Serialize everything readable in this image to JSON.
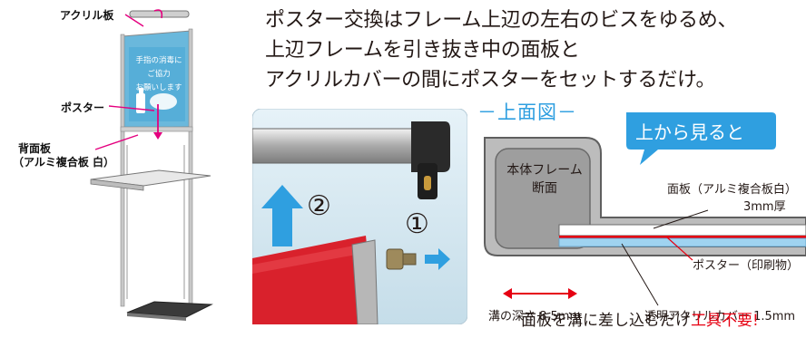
{
  "stand": {
    "labels": {
      "acrylic": "アクリル板",
      "poster": "ポスター",
      "back_panel_line1": "背面板",
      "back_panel_line2": "（アルミ複合板 白）"
    },
    "poster_text": {
      "line1": "手指の消毒に",
      "line2": "ご協力",
      "line3": "お願いします"
    }
  },
  "instructions": {
    "line1": "ポスター交換はフレーム上辺の左右のビスをゆるめ、",
    "line2": "上辺フレームを引き抜き中の面板と",
    "line3": "アクリルカバーの間にポスターをセットするだけ。"
  },
  "photo": {
    "step1": "①",
    "step2": "②"
  },
  "section": {
    "title": "－上面図－",
    "callout": "上から見ると",
    "frame_label_line1": "本体フレーム",
    "frame_label_line2": "断面",
    "panel_label": "面板（アルミ複合板白）",
    "panel_thickness": "3mm厚",
    "poster_label": "ポスター（印刷物）",
    "groove_label": "溝の深さ 8.5mm",
    "cover_label": "透明アクリルカバー 1.5mm",
    "footer_text": "面板を溝に差し込むだけ",
    "footer_highlight": "工具不要!"
  },
  "colors": {
    "accent_blue": "#2f9fe0",
    "pink": "#e4007f",
    "red": "#e60012"
  }
}
